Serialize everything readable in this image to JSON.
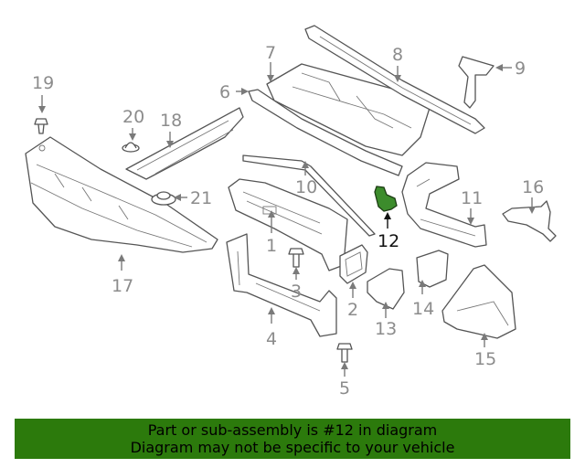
{
  "diagram": {
    "callouts": [
      "1",
      "2",
      "3",
      "4",
      "5",
      "6",
      "7",
      "8",
      "9",
      "10",
      "11",
      "12",
      "13",
      "14",
      "15",
      "16",
      "17",
      "18",
      "19",
      "20",
      "21"
    ],
    "highlighted_part": "12",
    "colors": {
      "highlight": "#3c8c2c",
      "banner": "#2c7a0c"
    }
  },
  "banner": {
    "line1": "Part or sub-assembly is #12 in diagram",
    "line2": "Diagram may not be specific to your vehicle"
  }
}
